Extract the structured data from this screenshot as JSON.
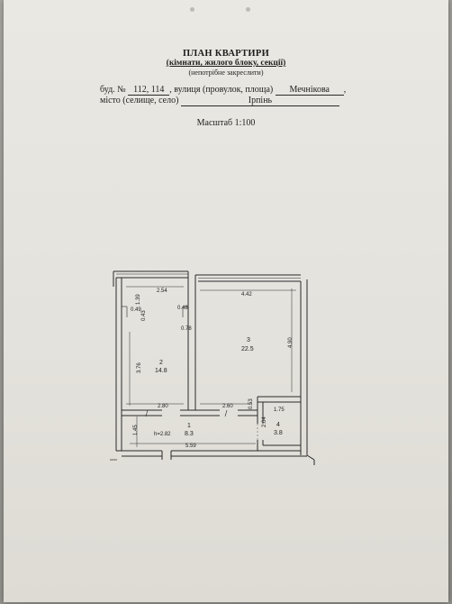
{
  "header": {
    "title": "ПЛАН КВАРТИРИ",
    "subtitle": "(кімнати, жилого блоку, секції)",
    "note": "(непотрібне закреслити)"
  },
  "address": {
    "building_label": "буд. №",
    "building_value": "112, 114",
    "street_label": ", вулиця (провулок, площа)",
    "street_value": "Мечнікова",
    "street_end": ",",
    "city_label": "місто (селище, село)",
    "city_value": "Ірпінь"
  },
  "scale_text": "Масштаб 1:100",
  "plan": {
    "dimensions": {
      "top_left_width": "2.54",
      "top_right_width": "4.42",
      "left_upper_height": "1.39",
      "left_niche_width": "0.49",
      "left_niche_depth": "0.43",
      "partition_offset": "0.48",
      "partition_offset_b": "0.78",
      "room2_height": "3.76",
      "room2_bottom_width": "2.80",
      "room3_height": "4.90",
      "room3_bottom_width": "2.60",
      "door_gap": "0.53",
      "bath_width": "1.75",
      "bath_height": "2.04",
      "hall_height": "1.45",
      "hall_width": "5.59"
    },
    "rooms": [
      {
        "number": "1",
        "area": "8.3",
        "ceiling": "h=2.82"
      },
      {
        "number": "2",
        "area": "14.8"
      },
      {
        "number": "3",
        "area": "22.5"
      },
      {
        "number": "4",
        "area": "3.8"
      }
    ]
  }
}
